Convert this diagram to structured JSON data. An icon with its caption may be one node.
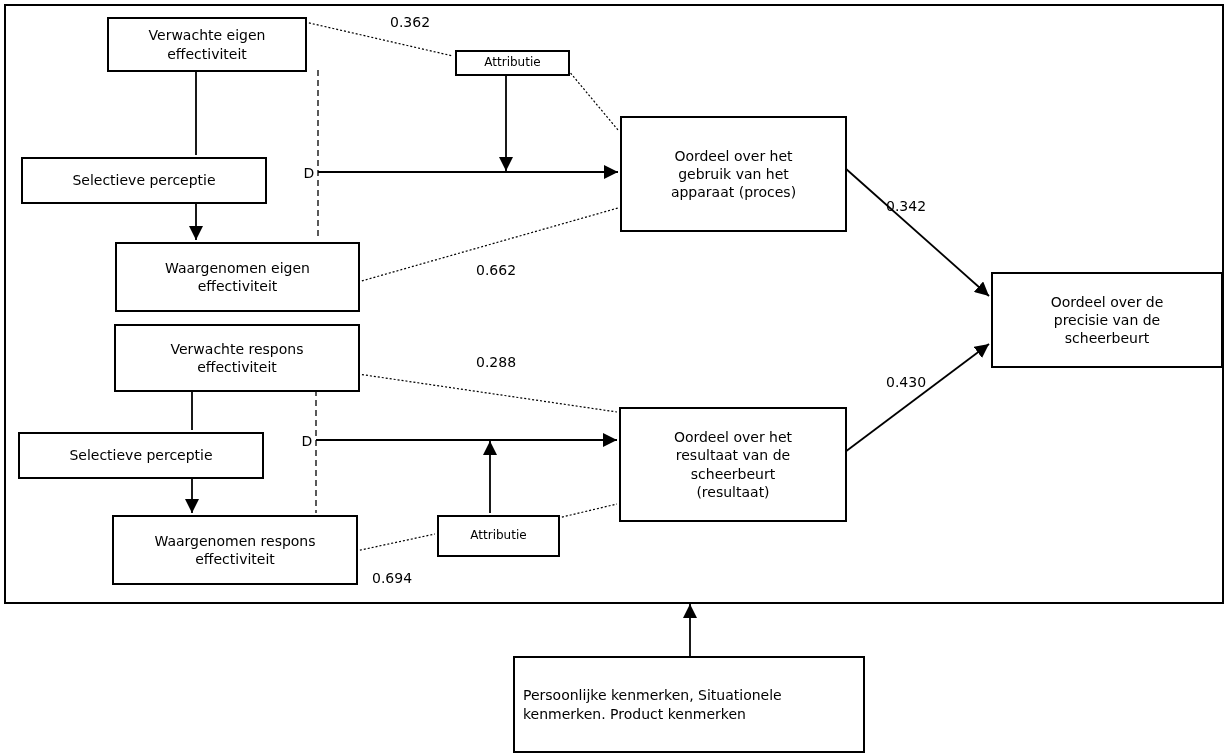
{
  "diagram": {
    "nodes": [
      {
        "text": [],
        "shape": "box"
      },
      {
        "text": [
          "Verwachte eigen effectiviteit"
        ],
        "in": 0
      },
      {
        "text": [
          "Attributie"
        ],
        "in": 0
      },
      {
        "text": [
          "Selectieve perceptie"
        ],
        "in": 0
      },
      {
        "text": [
          "D"
        ],
        "in": 0
      },
      {
        "text": [
          "Oordeel over het gebruik van het apparaat (proces)"
        ],
        "in": 0
      },
      {
        "text": [
          "Waargenomen eigen effectiviteit"
        ],
        "in": 0
      },
      {
        "text": [
          "Oordeel over de precisie van de scheerbeurt"
        ],
        "in": 0
      },
      {
        "text": [
          "Verwachte respons effectiviteit"
        ],
        "in": 0
      },
      {
        "text": [
          "Selectieve perceptie"
        ],
        "in": 0
      },
      {
        "text": [
          "D"
        ],
        "in": 0
      },
      {
        "text": [
          "Oordeel over het resultaat van de scheerbeurt (resultaat)"
        ],
        "in": 0
      },
      {
        "text": [
          "Attributie"
        ],
        "in": 0
      },
      {
        "text": [
          "Waargenomen respons effectiviteit"
        ],
        "in": 0
      },
      {
        "text": [
          "Persoonlijke kenmerken, Situationele kenmerken. Product kenmerken"
        ]
      }
    ],
    "edges": [
      {
        "from": 1,
        "to": 3,
        "arrow": "none"
      },
      {
        "from": 3,
        "to": 6,
        "arrow": "to"
      },
      {
        "from": 1,
        "to": 6,
        "arrow": "none",
        "style": "dashed"
      },
      {
        "from": 4,
        "to": 5,
        "arrow": "to"
      },
      {
        "from": 2,
        "to": null,
        "arrow": "to"
      },
      {
        "from": 1,
        "to": 2,
        "arrow": "none",
        "style": "dashed",
        "label": "0.362"
      },
      {
        "from": 2,
        "to": 5,
        "arrow": "none",
        "style": "dashed"
      },
      {
        "from": 6,
        "to": 5,
        "arrow": "none",
        "style": "dashed",
        "label": "0.662"
      },
      {
        "from": 5,
        "to": 7,
        "arrow": "to",
        "label": "0.342"
      },
      {
        "from": 8,
        "to": 9,
        "arrow": "none"
      },
      {
        "from": 9,
        "to": 13,
        "arrow": "to"
      },
      {
        "from": 8,
        "to": 13,
        "arrow": "none",
        "style": "dashed"
      },
      {
        "from": 10,
        "to": 11,
        "arrow": "to"
      },
      {
        "from": 12,
        "to": null,
        "arrow": "to"
      },
      {
        "from": 8,
        "to": 11,
        "arrow": "none",
        "style": "dashed",
        "label": "0.288"
      },
      {
        "from": 13,
        "to": 12,
        "arrow": "none",
        "style": "dashed",
        "label": "0.694"
      },
      {
        "from": 12,
        "to": 11,
        "arrow": "none",
        "style": "dashed"
      },
      {
        "from": 11,
        "to": 7,
        "arrow": "to",
        "label": "0.430"
      },
      {
        "from": 14,
        "to": 0,
        "arrow": "to"
      }
    ]
  }
}
